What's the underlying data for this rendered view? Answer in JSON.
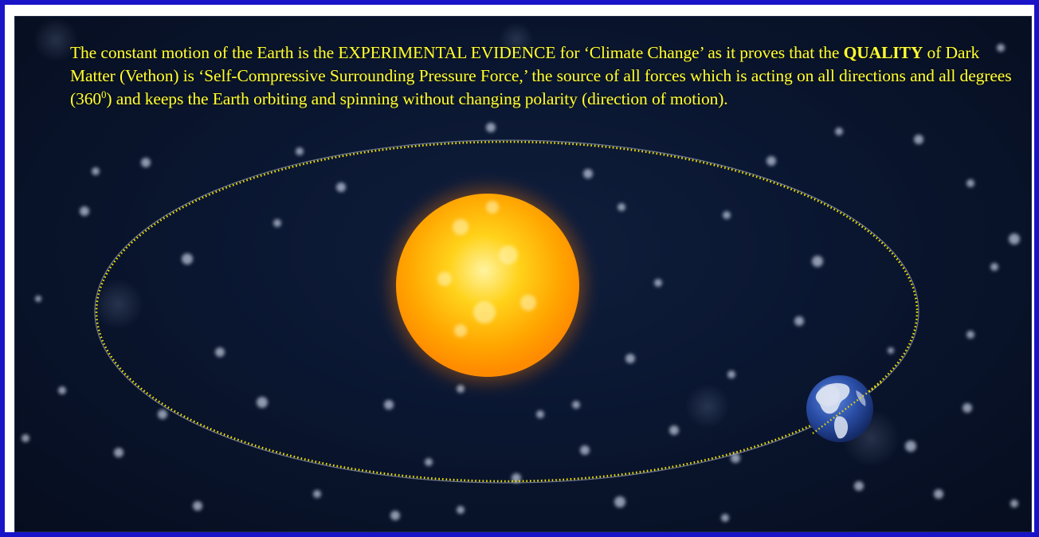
{
  "caption": {
    "part1": "The constant motion of the Earth is the EXPERIMENTAL EVIDENCE for ‘Climate Change’ as it proves that the ",
    "bold": "QUALITY",
    "part2": " of Dark Matter (Vethon) is ‘Self-Compressive Surrounding Pressure Force,’  the source of all forces which is acting on all directions and all degrees (360",
    "superscript": "0",
    "part3": ") and keeps the Earth orbiting and spinning without changing polarity (direction of motion)."
  },
  "colors": {
    "frame_border": "#1a14c8",
    "background": "#0a1630",
    "caption_text": "#ffff33",
    "orbit_path": "#f2e200",
    "sun": "#ffb000",
    "earth_ocean": "#2b4fa8"
  },
  "icons": {
    "sun": "sun-icon",
    "earth": "earth-globe-icon",
    "stars": "star-field"
  }
}
